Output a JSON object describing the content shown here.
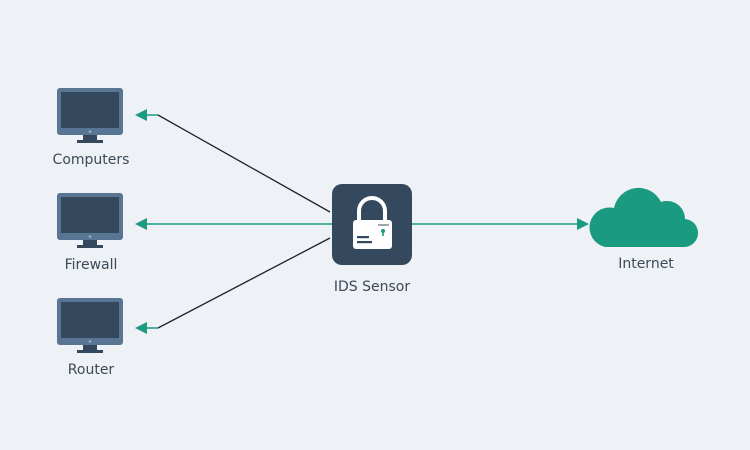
{
  "nodes": {
    "computers": "Computers",
    "firewall": "Firewall",
    "router": "Router",
    "sensor": "IDS Sensor",
    "internet": "Internet"
  },
  "colors": {
    "background": "#eef1f5",
    "monitor": "#34495e",
    "monitor_frame": "#587694",
    "teal": "#1a9a80",
    "sensor_box": "#34495e",
    "line": "#1b2530"
  }
}
